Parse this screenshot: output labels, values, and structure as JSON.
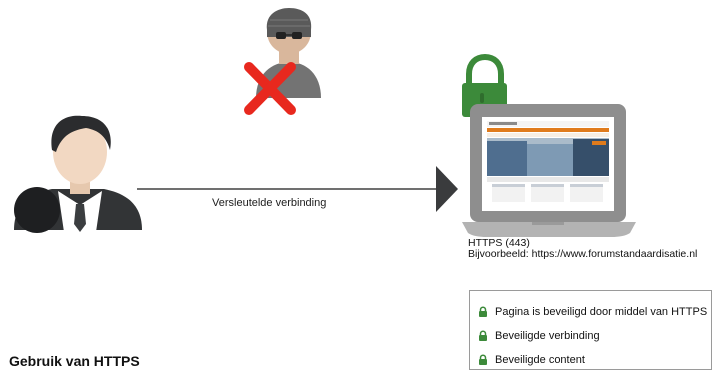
{
  "diagram": {
    "connection_label": "Versleutelde verbinding",
    "server": {
      "protocol": "HTTPS (443)",
      "example": "Bijvoorbeeld: https://www.forumstandaardisatie.nl"
    },
    "features": [
      "Pagina is beveiligd door middel van HTTPS",
      "Beveiligde verbinding",
      "Beveiligde content"
    ],
    "section_title": "Gebruik van HTTPS",
    "colors": {
      "lock_green": "#3c8a3a",
      "block_red": "#e8281e",
      "arrow": "#1a1a1a",
      "laptop_frame": "#8e8e8e",
      "user_suit": "#323436"
    },
    "icons": [
      "user-icon",
      "hacker-icon",
      "blocked-x-icon",
      "padlock-icon",
      "laptop-icon",
      "small-lock-icon"
    ]
  }
}
